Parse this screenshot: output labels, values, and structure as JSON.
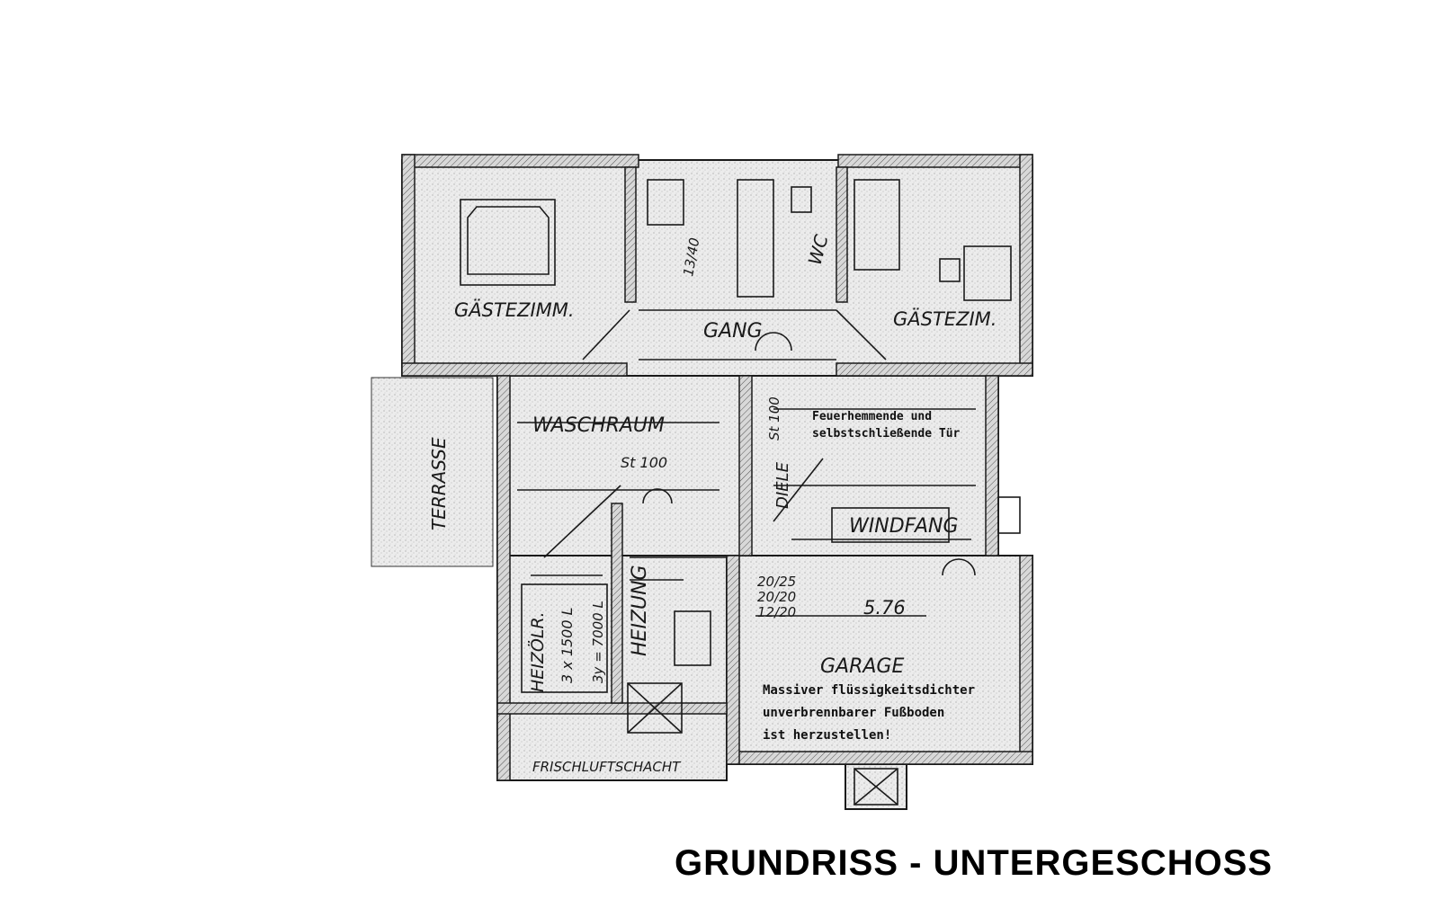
{
  "title": "GRUNDRISS - UNTERGESCHOSS",
  "rooms": {
    "guest_left": "GÄSTEZIMM.",
    "guest_right": "GÄSTEZIM.",
    "hall": "GANG",
    "wc": "WC",
    "laundry": "WASCHRAUM",
    "heating": "HEIZUNG",
    "oil": "HEIZÖLR.",
    "vestibule": "WINDFANG",
    "garage": "GARAGE",
    "terrace": "TERRASSE",
    "shaft": "FRISCHLUFTSCHACHT",
    "stair": "DIELE"
  },
  "annotations": {
    "stair_left": "13/40",
    "laundry_note": "St 100",
    "hall_vertical": "St 100",
    "tank": "3 x 1500 L",
    "tank_total": "3y = 7000 L",
    "fire_door_1": "Feuerhemmende und",
    "fire_door_2": "selbstschließende Tür",
    "dim_1": "20/25",
    "dim_2": "20/20",
    "dim_3": "12/20",
    "width": "5.76",
    "garage_1": "Massiver flüssigkeitsdichter",
    "garage_2": "unverbrennbarer Fußboden",
    "garage_3": "ist herzustellen!"
  },
  "colors": {
    "line": "#1a1a1a",
    "fill": "#e9e9e9",
    "wall": "#cfcfcf"
  }
}
